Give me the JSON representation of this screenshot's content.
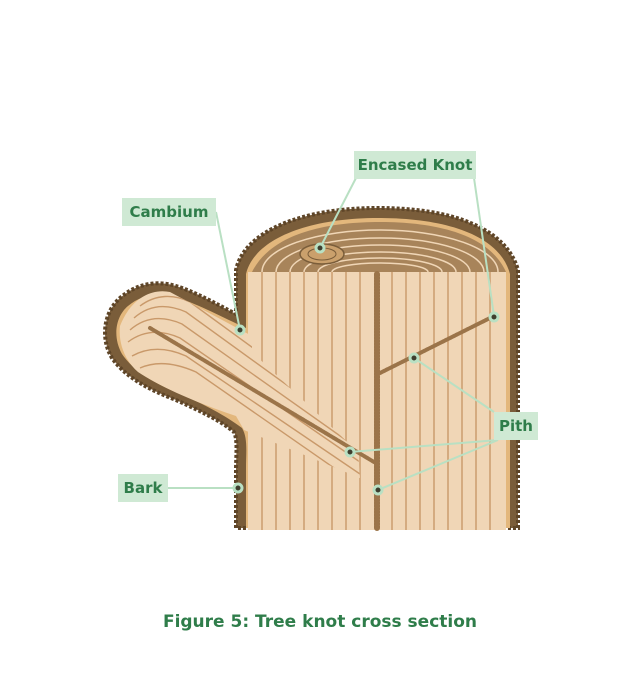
{
  "labels": {
    "encased_knot": "Encased Knot",
    "cambium": "Cambium",
    "pith": "Pith",
    "bark": "Bark"
  },
  "caption": "Figure 5: Tree knot cross section",
  "colors": {
    "label_text": "#2f7d4a",
    "label_bg": "#cfe9d4",
    "leader_line": "#b9e0c3",
    "bark": "#7a5d3a",
    "bark_dark": "#5e4528",
    "cambium": "#e3b77c",
    "sapwood": "#efcfa4",
    "heartwood": "#f0d6b6",
    "ring_line": "#c9996a",
    "pith": "#9b7449"
  }
}
